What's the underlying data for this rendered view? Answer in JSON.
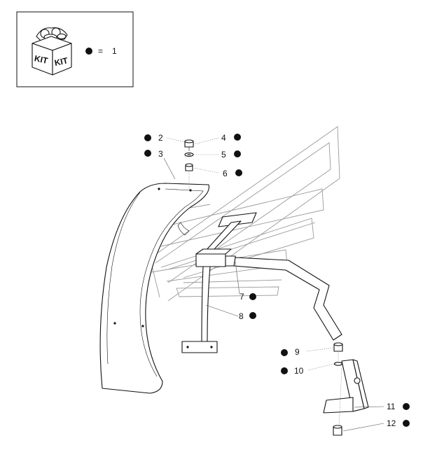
{
  "legend": {
    "kit_text_left": "KIT",
    "kit_text_right": "KIT",
    "equals": "=",
    "value": "1"
  },
  "callouts": [
    {
      "id": "2",
      "label": "2",
      "kit": true
    },
    {
      "id": "3",
      "label": "3",
      "kit": true
    },
    {
      "id": "4",
      "label": "4",
      "kit": true
    },
    {
      "id": "5",
      "label": "5",
      "kit": true
    },
    {
      "id": "6",
      "label": "6",
      "kit": true
    },
    {
      "id": "7",
      "label": "7",
      "kit": true
    },
    {
      "id": "8",
      "label": "8",
      "kit": true
    },
    {
      "id": "9",
      "label": "9",
      "kit": true
    },
    {
      "id": "10",
      "label": "10",
      "kit": true
    },
    {
      "id": "11",
      "label": "11",
      "kit": true
    },
    {
      "id": "12",
      "label": "12",
      "kit": true
    }
  ]
}
